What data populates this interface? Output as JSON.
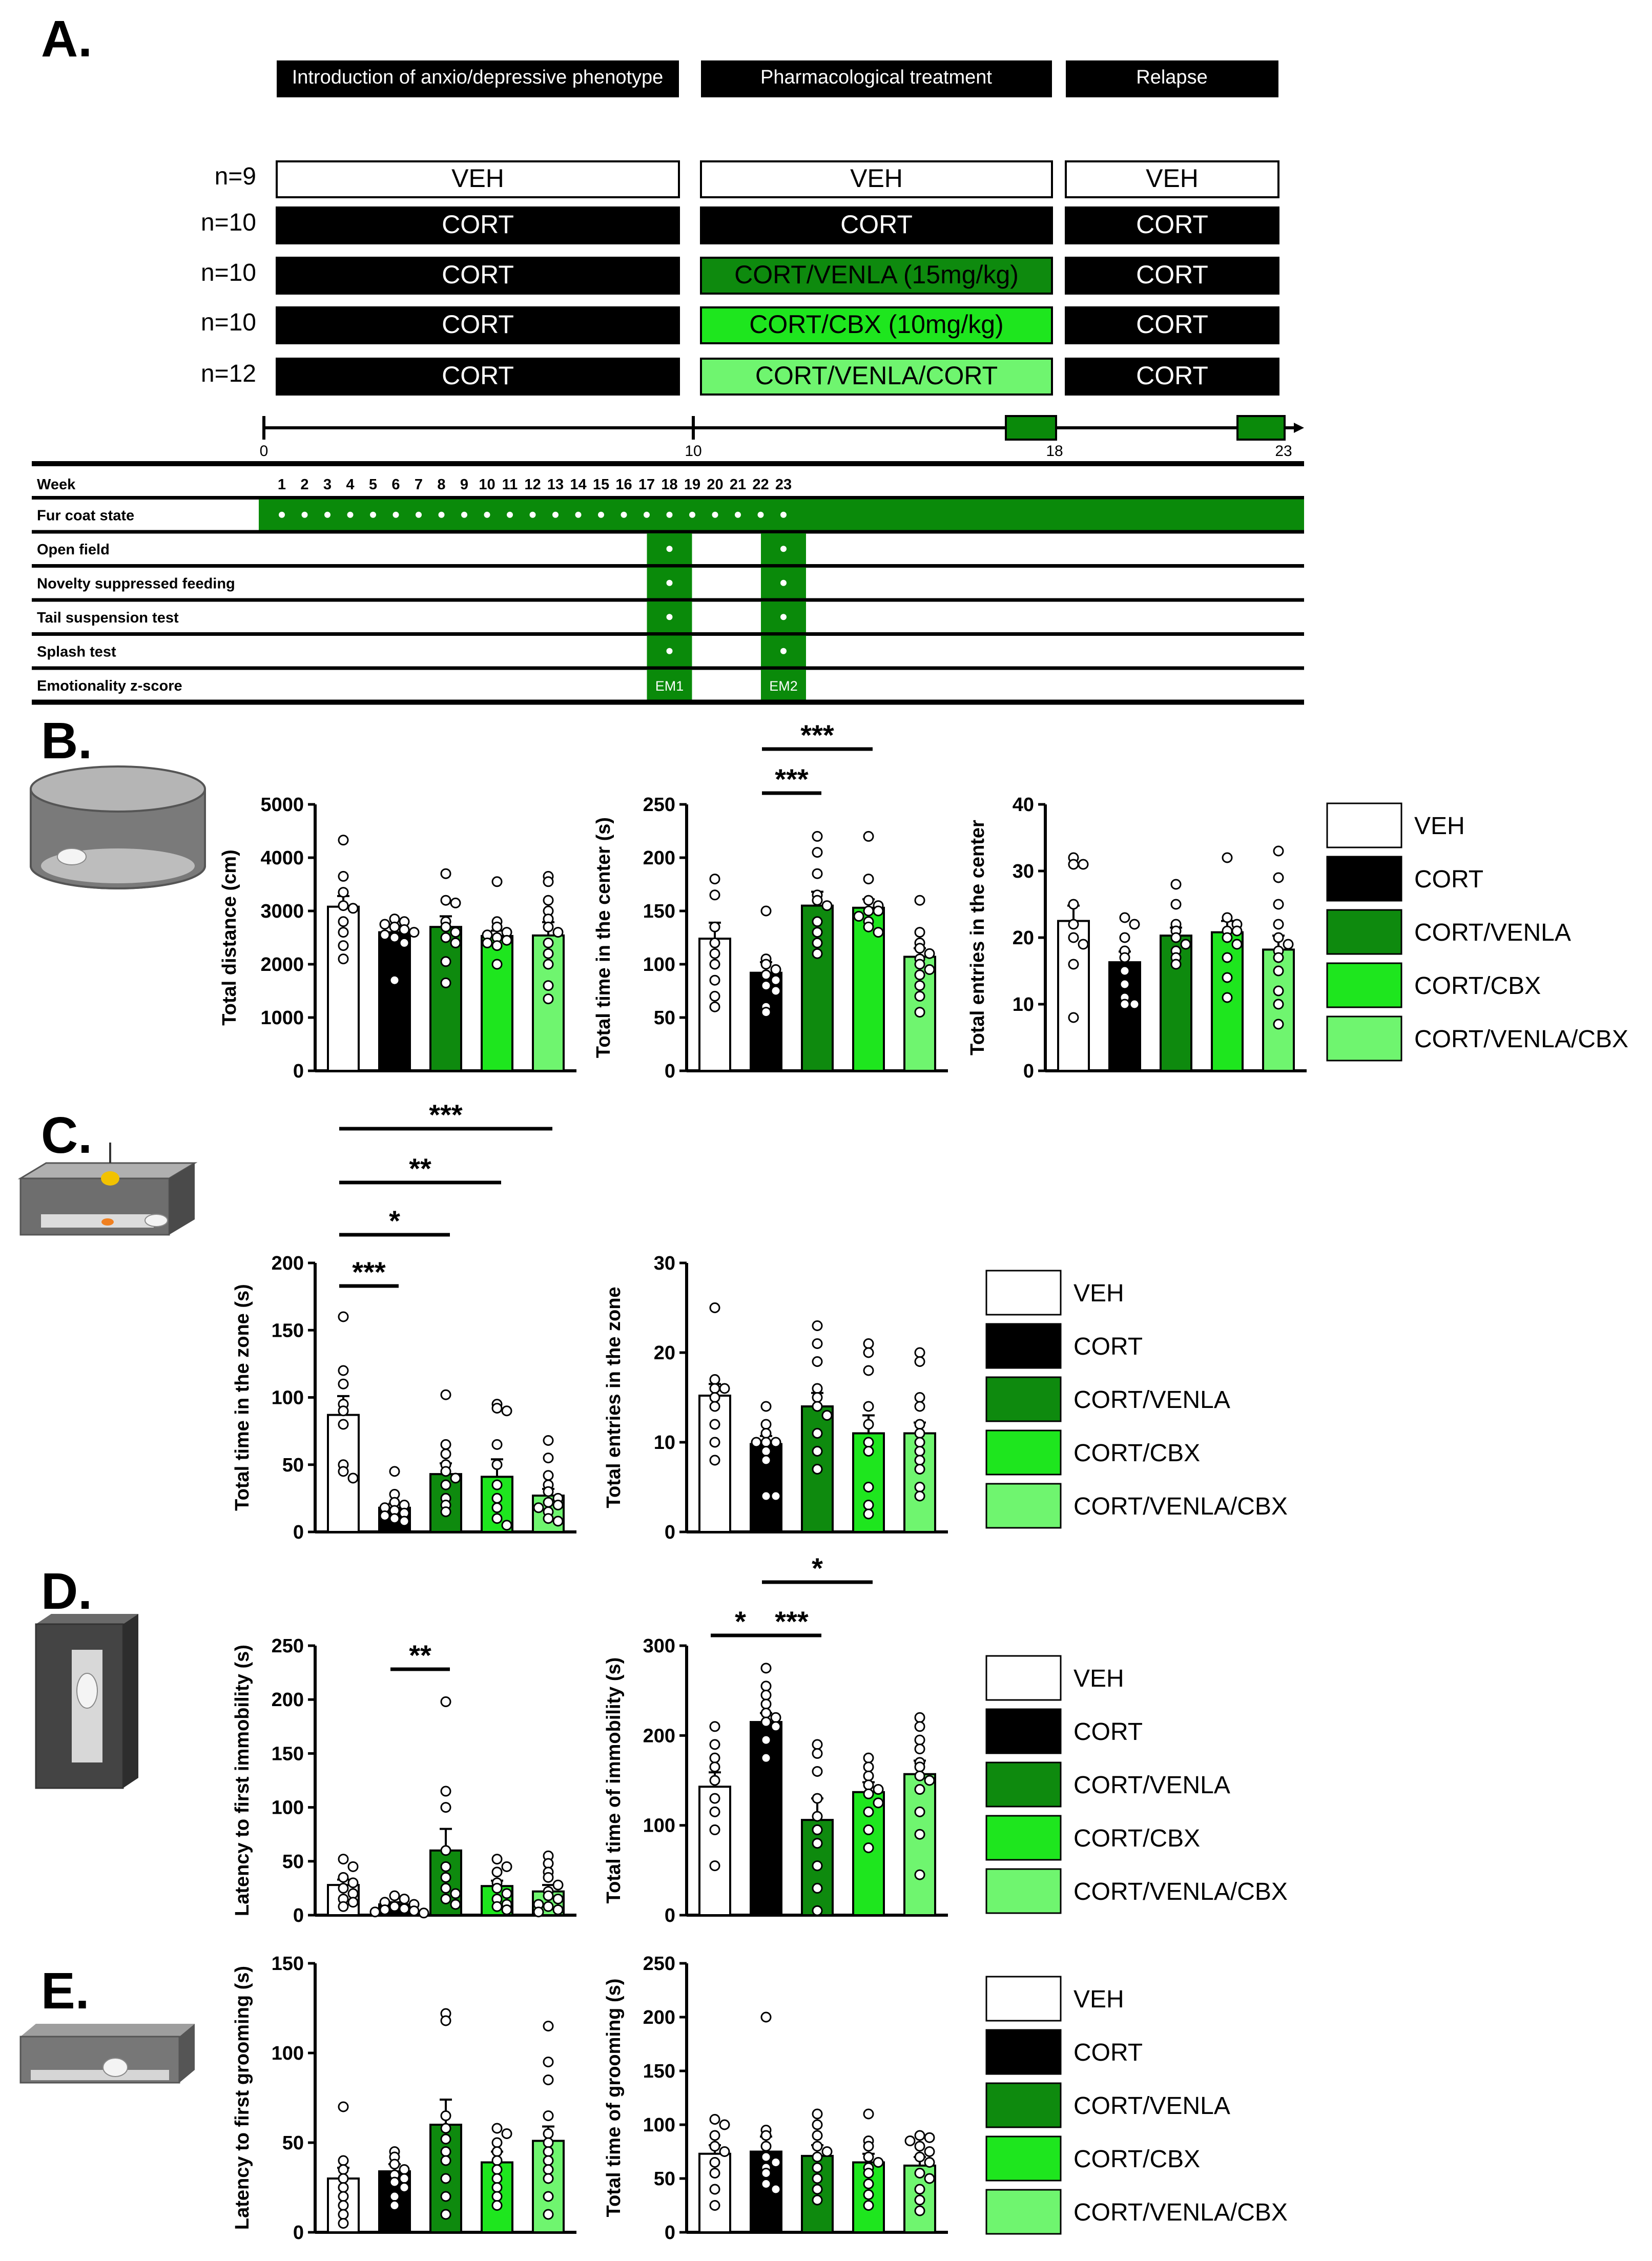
{
  "colors": {
    "VEH": "#ffffff",
    "CORT": "#000000",
    "CORT/VENLA": "#0e8a0e",
    "CORT/CBX": "#1ee61e",
    "CORT/VENLA/CBX": "#6ff56f",
    "timeline_green": "#0a8a0a"
  },
  "panel_letters": [
    "A.",
    "B.",
    "C.",
    "D.",
    "E."
  ],
  "legend_groups": [
    "VEH",
    "CORT",
    "CORT/VENLA",
    "CORT/CBX",
    "CORT/VENLA/CBX"
  ],
  "design": {
    "phases": [
      "Introduction of anxio/depressive phenotype",
      "Pharmacological treatment",
      "Relapse"
    ],
    "groups": [
      {
        "n": "n=9",
        "phase1": "VEH",
        "phase2": "VEH",
        "phase3": "VEH",
        "color2": "VEH"
      },
      {
        "n": "n=10",
        "phase1": "CORT",
        "phase2": "CORT",
        "phase3": "CORT",
        "color2": "CORT"
      },
      {
        "n": "n=10",
        "phase1": "CORT",
        "phase2": "CORT/VENLA (15mg/kg)",
        "phase3": "CORT",
        "color2": "CORT/VENLA"
      },
      {
        "n": "n=10",
        "phase1": "CORT",
        "phase2": "CORT/CBX (10mg/kg)",
        "phase3": "CORT",
        "color2": "CORT/CBX"
      },
      {
        "n": "n=12",
        "phase1": "CORT",
        "phase2": "CORT/VENLA/CORT",
        "phase3": "CORT",
        "color2": "CORT/VENLA/CBX"
      }
    ],
    "timeline_ticks": [
      "0",
      "10",
      "18",
      "23"
    ],
    "week_label": "Week",
    "weeks": [
      "1",
      "2",
      "3",
      "4",
      "5",
      "6",
      "7",
      "8",
      "9",
      "10",
      "11",
      "12",
      "13",
      "14",
      "15",
      "16",
      "17",
      "18",
      "19",
      "20",
      "21",
      "22",
      "23"
    ],
    "rows": [
      {
        "label": "Fur coat state",
        "weeks": [
          1,
          2,
          3,
          4,
          5,
          6,
          7,
          8,
          9,
          10,
          11,
          12,
          13,
          14,
          15,
          16,
          17,
          18,
          19,
          20,
          21,
          22,
          23
        ]
      },
      {
        "label": "Open field",
        "weeks": [
          18,
          23
        ]
      },
      {
        "label": "Novelty suppressed feeding",
        "weeks": [
          18,
          23
        ]
      },
      {
        "label": "Tail suspension test",
        "weeks": [
          18,
          23
        ]
      },
      {
        "label": "Splash test",
        "weeks": [
          18,
          23
        ]
      },
      {
        "label": "Emotionality z-score",
        "weeks": [
          18,
          23
        ]
      }
    ],
    "em_labels": [
      "EM1",
      "EM2"
    ]
  },
  "chart_data": [
    {
      "id": "B1",
      "type": "bar",
      "ylabel": "Total distance (cm)",
      "ylim": [
        0,
        5000
      ],
      "yticks": [
        0,
        1000,
        2000,
        3000,
        4000,
        5000
      ],
      "categories": [
        "VEH",
        "CORT",
        "CORT/VENLA",
        "CORT/CBX",
        "CORT/VENLA/CBX"
      ],
      "values": [
        3080,
        2600,
        2700,
        2530,
        2540
      ],
      "sem": [
        200,
        120,
        200,
        100,
        250
      ],
      "points": [
        [
          4330,
          3650,
          3350,
          3100,
          3050,
          2800,
          2600,
          2350,
          2100
        ],
        [
          2850,
          2800,
          2750,
          2700,
          2650,
          2550,
          2500,
          2400,
          1700,
          2600
        ],
        [
          3700,
          3200,
          3150,
          2800,
          2700,
          2600,
          2500,
          2400,
          2050,
          1650
        ],
        [
          3550,
          2800,
          2700,
          2600,
          2550,
          2500,
          2450,
          2400,
          2350,
          2000
        ],
        [
          3650,
          3550,
          3200,
          3000,
          2850,
          2700,
          2600,
          2400,
          2200,
          2000,
          1600,
          1350
        ]
      ],
      "significance": []
    },
    {
      "id": "B2",
      "type": "bar",
      "ylabel": "Total time in the center (s)",
      "ylim": [
        0,
        250
      ],
      "yticks": [
        0,
        50,
        100,
        150,
        200,
        250
      ],
      "categories": [
        "VEH",
        "CORT",
        "CORT/VENLA",
        "CORT/CBX",
        "CORT/VENLA/CBX"
      ],
      "values": [
        124,
        92,
        155,
        153,
        107
      ],
      "sem": [
        15,
        10,
        13,
        8,
        8
      ],
      "points": [
        [
          180,
          165,
          135,
          120,
          110,
          100,
          85,
          70,
          60
        ],
        [
          150,
          105,
          100,
          95,
          90,
          85,
          80,
          75,
          60,
          55
        ],
        [
          220,
          205,
          185,
          165,
          160,
          155,
          140,
          130,
          120,
          110
        ],
        [
          220,
          180,
          160,
          155,
          150,
          150,
          145,
          140,
          135,
          130
        ],
        [
          160,
          130,
          120,
          115,
          110,
          105,
          100,
          95,
          90,
          80,
          70,
          55
        ]
      ],
      "significance": [
        {
          "from": 1,
          "to": 2,
          "label": "***"
        },
        {
          "from": 1,
          "to": 3,
          "label": "***"
        }
      ]
    },
    {
      "id": "B3",
      "type": "bar",
      "ylabel": "Total entries in the center",
      "ylim": [
        0,
        40
      ],
      "yticks": [
        0,
        10,
        20,
        30,
        40
      ],
      "categories": [
        "VEH",
        "CORT",
        "CORT/VENLA",
        "CORT/CBX",
        "CORT/VENLA/CBX"
      ],
      "values": [
        22.5,
        16.3,
        20.3,
        20.8,
        18.2
      ],
      "sem": [
        2.3,
        1.6,
        1.2,
        1.7,
        2.1
      ],
      "points": [
        [
          32,
          31,
          31,
          25,
          22,
          20,
          19,
          16,
          8
        ],
        [
          23,
          22,
          20,
          18,
          17,
          15,
          13,
          11,
          10,
          10
        ],
        [
          28,
          25,
          22,
          21,
          20,
          19,
          18,
          17,
          16
        ],
        [
          32,
          23,
          22,
          21,
          21,
          20,
          19,
          17,
          14,
          11
        ],
        [
          33,
          29,
          25,
          22,
          20,
          19,
          18,
          17,
          15,
          12,
          10,
          7
        ]
      ],
      "significance": []
    },
    {
      "id": "C1",
      "type": "bar",
      "ylabel": "Total time in the zone (s)",
      "ylim": [
        0,
        200
      ],
      "yticks": [
        0,
        50,
        100,
        150,
        200
      ],
      "categories": [
        "VEH",
        "CORT",
        "CORT/VENLA",
        "CORT/CBX",
        "CORT/VENLA/CBX"
      ],
      "values": [
        87,
        18,
        43,
        41,
        27
      ],
      "sem": [
        14,
        3,
        8,
        13,
        5
      ],
      "points": [
        [
          160,
          120,
          110,
          95,
          90,
          80,
          50,
          45,
          40
        ],
        [
          45,
          28,
          22,
          20,
          18,
          16,
          14,
          12,
          10,
          8
        ],
        [
          102,
          65,
          58,
          50,
          45,
          40,
          35,
          25,
          20,
          15
        ],
        [
          95,
          92,
          90,
          65,
          50,
          35,
          25,
          18,
          10,
          5
        ],
        [
          68,
          55,
          42,
          35,
          30,
          25,
          22,
          20,
          18,
          15,
          10,
          8
        ]
      ],
      "significance": [
        {
          "from": 0,
          "to": 1,
          "label": "***"
        },
        {
          "from": 0,
          "to": 2,
          "label": "*"
        },
        {
          "from": 0,
          "to": 3,
          "label": "**"
        },
        {
          "from": 0,
          "to": 4,
          "label": "***"
        }
      ]
    },
    {
      "id": "C2",
      "type": "bar",
      "ylabel": "Total entries in the zone",
      "ylim": [
        0,
        30
      ],
      "yticks": [
        0,
        10,
        20,
        30
      ],
      "categories": [
        "VEH",
        "CORT",
        "CORT/VENLA",
        "CORT/CBX",
        "CORT/VENLA/CBX"
      ],
      "values": [
        15.2,
        9.8,
        14,
        11,
        11
      ],
      "sem": [
        1.3,
        0.9,
        1.5,
        2,
        1.2
      ],
      "points": [
        [
          25,
          17,
          16,
          16,
          15,
          14,
          12,
          10,
          8
        ],
        [
          14,
          12,
          11,
          10,
          10,
          10,
          9,
          8,
          4,
          4
        ],
        [
          23,
          21,
          19,
          16,
          15,
          14,
          13,
          11,
          9,
          7
        ],
        [
          21,
          20,
          18,
          14,
          12,
          10,
          9,
          5,
          3,
          2
        ],
        [
          20,
          19,
          15,
          14,
          12,
          11,
          10,
          9,
          8,
          7,
          5,
          4
        ]
      ],
      "significance": []
    },
    {
      "id": "D1",
      "type": "bar",
      "ylabel": "Latency to first immobility (s)",
      "ylim": [
        0,
        250
      ],
      "yticks": [
        0,
        50,
        100,
        150,
        200,
        250
      ],
      "categories": [
        "VEH",
        "CORT",
        "CORT/VENLA",
        "CORT/CBX",
        "CORT/VENLA/CBX"
      ],
      "values": [
        28,
        10,
        60,
        27,
        22
      ],
      "sem": [
        5,
        2,
        20,
        5,
        6
      ],
      "points": [
        [
          52,
          45,
          35,
          30,
          25,
          20,
          15,
          12,
          8
        ],
        [
          18,
          15,
          12,
          10,
          8,
          6,
          5,
          4,
          3,
          2
        ],
        [
          198,
          115,
          100,
          60,
          45,
          35,
          25,
          20,
          15,
          10
        ],
        [
          52,
          45,
          40,
          30,
          25,
          20,
          15,
          10,
          8,
          5
        ],
        [
          55,
          48,
          40,
          35,
          28,
          22,
          18,
          15,
          10,
          8,
          5,
          3
        ]
      ],
      "significance": [
        {
          "from": 1,
          "to": 2,
          "label": "**"
        }
      ]
    },
    {
      "id": "D2",
      "type": "bar",
      "ylabel": "Total time of immobility (s)",
      "ylim": [
        0,
        300
      ],
      "yticks": [
        0,
        100,
        200,
        300
      ],
      "categories": [
        "VEH",
        "CORT",
        "CORT/VENLA",
        "CORT/CBX",
        "CORT/VENLA/CBX"
      ],
      "values": [
        143,
        215,
        106,
        137,
        157
      ],
      "sem": [
        16,
        10,
        24,
        11,
        15
      ],
      "points": [
        [
          210,
          190,
          175,
          165,
          150,
          130,
          115,
          95,
          55
        ],
        [
          275,
          255,
          245,
          235,
          225,
          220,
          215,
          210,
          195,
          175
        ],
        [
          190,
          180,
          160,
          130,
          110,
          95,
          80,
          55,
          30,
          5
        ],
        [
          175,
          165,
          155,
          145,
          140,
          135,
          125,
          115,
          95,
          75
        ],
        [
          220,
          210,
          195,
          185,
          170,
          165,
          155,
          150,
          140,
          115,
          90,
          45
        ]
      ],
      "significance": [
        {
          "from": 0,
          "to": 1,
          "label": "*"
        },
        {
          "from": 1,
          "to": 2,
          "label": "***"
        },
        {
          "from": 1,
          "to": 3,
          "label": "*"
        }
      ]
    },
    {
      "id": "E1",
      "type": "bar",
      "ylabel": "Latency to first grooming (s)",
      "ylim": [
        0,
        150
      ],
      "yticks": [
        0,
        50,
        100,
        150
      ],
      "categories": [
        "VEH",
        "CORT",
        "CORT/VENLA",
        "CORT/CBX",
        "CORT/VENLA/CBX"
      ],
      "values": [
        30,
        34,
        60,
        39,
        51
      ],
      "sem": [
        6,
        4,
        14,
        6,
        8
      ],
      "points": [
        [
          70,
          40,
          35,
          30,
          25,
          20,
          15,
          10,
          5
        ],
        [
          45,
          42,
          38,
          35,
          32,
          30,
          28,
          25,
          20,
          15
        ],
        [
          122,
          118,
          65,
          58,
          52,
          45,
          40,
          30,
          20,
          10
        ],
        [
          58,
          55,
          50,
          45,
          40,
          35,
          30,
          25,
          20,
          15
        ],
        [
          115,
          95,
          85,
          65,
          55,
          50,
          45,
          40,
          35,
          30,
          20,
          10
        ]
      ],
      "significance": []
    },
    {
      "id": "E2",
      "type": "bar",
      "ylabel": "Total time of grooming (s)",
      "ylim": [
        0,
        250
      ],
      "yticks": [
        0,
        50,
        100,
        150,
        200,
        250
      ],
      "categories": [
        "VEH",
        "CORT",
        "CORT/VENLA",
        "CORT/CBX",
        "CORT/VENLA/CBX"
      ],
      "values": [
        73,
        75,
        71,
        65,
        62
      ],
      "sem": [
        8,
        14,
        10,
        8,
        8
      ],
      "points": [
        [
          105,
          100,
          90,
          80,
          75,
          65,
          55,
          40,
          25
        ],
        [
          200,
          95,
          90,
          80,
          70,
          65,
          60,
          55,
          45,
          40
        ],
        [
          110,
          100,
          90,
          80,
          75,
          70,
          60,
          50,
          40,
          30
        ],
        [
          110,
          85,
          80,
          70,
          65,
          60,
          55,
          45,
          35,
          25
        ],
        [
          90,
          88,
          85,
          80,
          75,
          70,
          65,
          55,
          50,
          40,
          30,
          20
        ]
      ],
      "significance": []
    }
  ]
}
